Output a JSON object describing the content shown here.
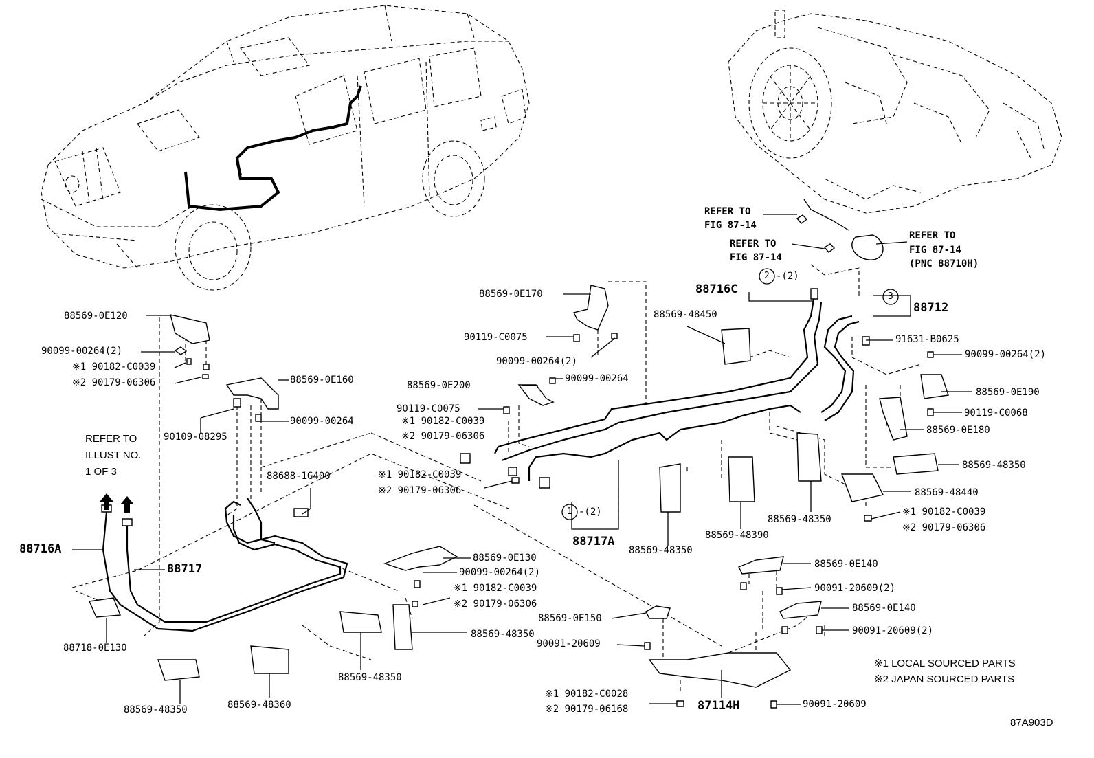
{
  "labels": {
    "l1": "88569-0E120",
    "l2": "90099-00264(2)",
    "l3": "※1 90182-C0039",
    "l4": "※2 90179-06306",
    "l5": "88569-0E160",
    "l6": "90099-00264",
    "l7": "90109-08295",
    "l8": "REFER TO",
    "l9": "ILLUST NO.",
    "l10": "1 OF 3",
    "l11": "88716A",
    "l12": "88717",
    "l13": "88718-0E130",
    "l14": "88569-48350",
    "l15": "88569-48360",
    "l16": "88569-48350",
    "l17": "88569-48350",
    "l18": "88569-0E130",
    "l19": "90099-00264(2)",
    "l20": "※1 90182-C0039",
    "l21": "※2 90179-06306",
    "l22": "88688-1G400",
    "l23": "※1 90182-C0039",
    "l24": "※2 90179-06306",
    "l25": "88569-0E170",
    "l26": "90119-C0075",
    "l27": "90099-00264(2)",
    "l28": "88569-0E200",
    "l29": "90099-00264",
    "l30": "90119-C0075",
    "l31": "※1 90182-C0039",
    "l32": "※2 90179-06306",
    "l33": "88717A",
    "l34": "88569-48350",
    "l35": "88569-48390",
    "l36": "88569-48350",
    "l37": "88569-48450",
    "l38": "88716C",
    "l39": "REFER TO",
    "l40": "FIG 87-14",
    "l41": "REFER TO",
    "l42": "FIG 87-14",
    "l43": "REFER TO",
    "l44": "FIG 87-14",
    "l45": "(PNC 88710H)",
    "l46": "88712",
    "l47": "91631-B0625",
    "l48": "90099-00264(2)",
    "l49": "88569-0E190",
    "l50": "90119-C0068",
    "l51": "88569-0E180",
    "l52": "88569-48350",
    "l53": "88569-48440",
    "l54": "※1 90182-C0039",
    "l55": "※2 90179-06306",
    "l56": "88569-0E140",
    "l57": "90091-20609(2)",
    "l58": "88569-0E140",
    "l59": "90091-20609(2)",
    "l60": "88569-0E150",
    "l61": "90091-20609",
    "l62": "※1 90182-C0028",
    "l63": "※2 90179-06168",
    "l64": "87114H",
    "l65": "90091-20609",
    "l66": "※1 LOCAL SOURCED PARTS",
    "l67": "※2 JAPAN SOURCED PARTS",
    "l68": "87A903D",
    "c1": "1",
    "c2": "2",
    "c3": "3",
    "q1": "-(2)",
    "q2": "-(2)"
  }
}
